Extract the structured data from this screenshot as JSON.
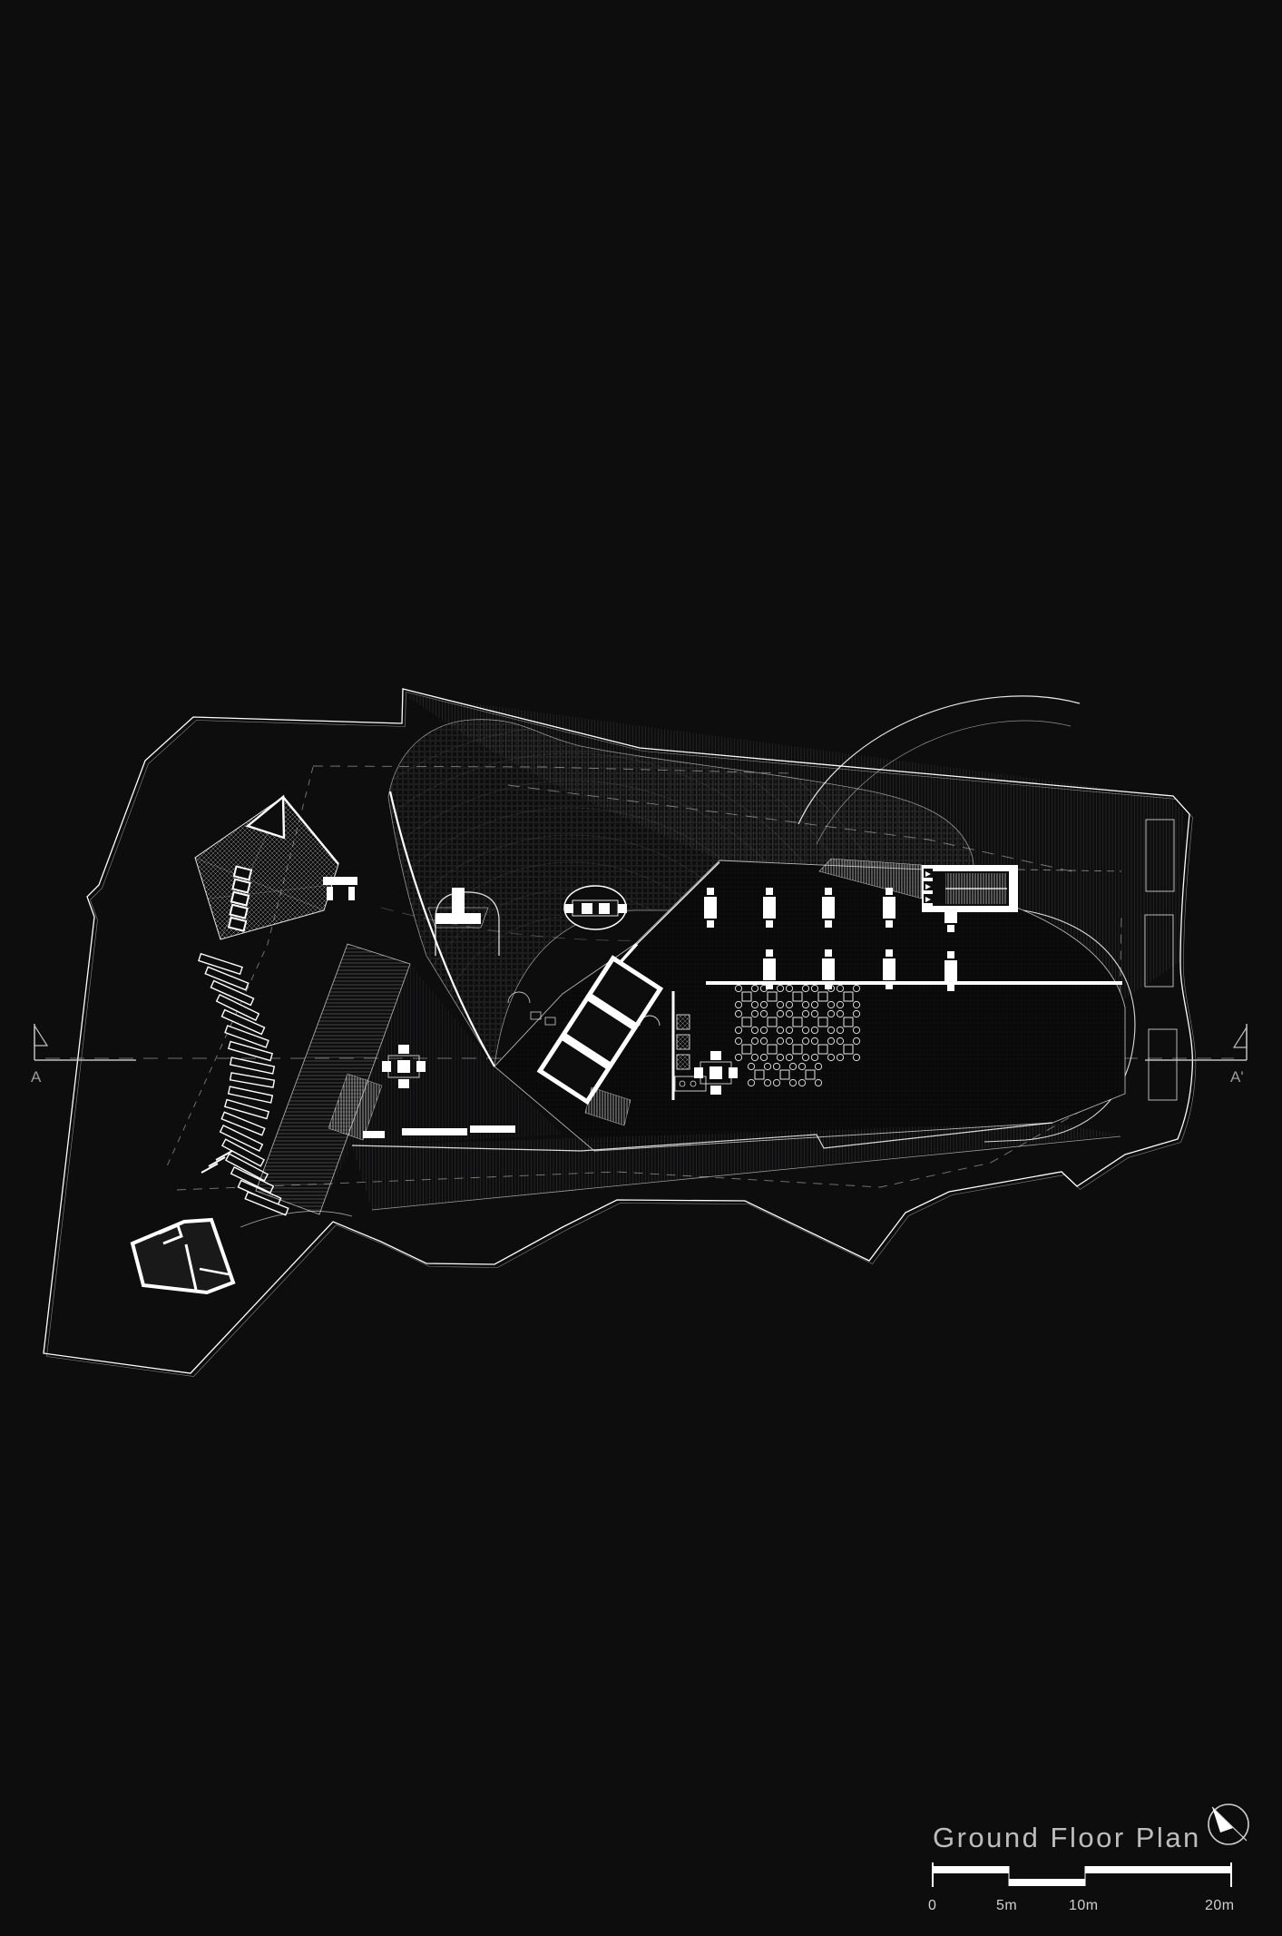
{
  "drawing": {
    "type": "architectural-ground-floor-plan",
    "background_color": "#0d0d0e",
    "line_color": "#ffffff"
  },
  "title_block": {
    "title": "Ground Floor Plan"
  },
  "north_arrow": {
    "icon": "north-arrow-circle"
  },
  "scale_bar": {
    "tick_labels": [
      "0",
      "5m",
      "10m",
      "20m"
    ]
  },
  "section": {
    "left_label": "A",
    "right_label": "A'"
  }
}
